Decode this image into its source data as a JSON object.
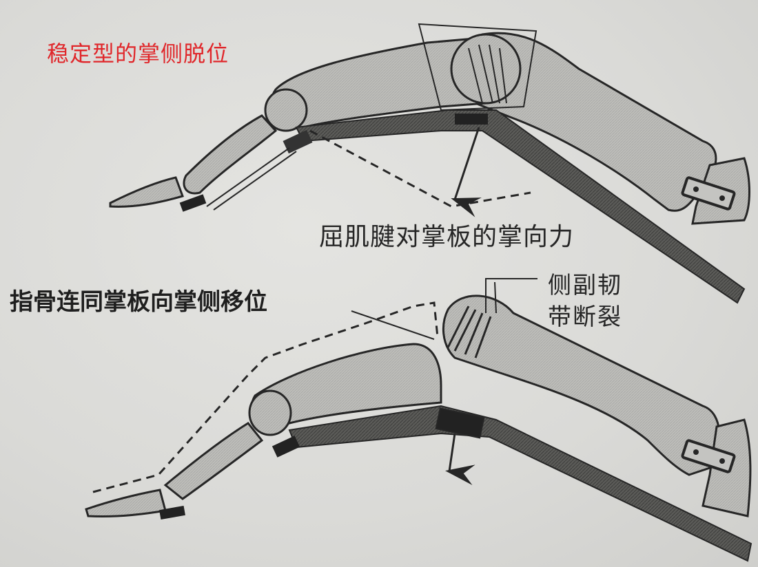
{
  "figure": {
    "title": "稳定型的掌侧脱位",
    "title_color": "#e0262a",
    "labels": {
      "flexor_force": "屈肌腱对掌板的掌向力",
      "phalanx_displacement": "指骨连同掌板向掌侧移位",
      "collateral_ligament_line1": "侧副韧",
      "collateral_ligament_line2": "带断裂"
    },
    "panels": [
      {
        "id": "top",
        "description": "stable volar dislocation with flexor tendon volar force on volar plate"
      },
      {
        "id": "bottom",
        "description": "phalanx with volar plate displaced volarly, collateral ligament ruptured"
      }
    ],
    "colors": {
      "bone_fill": "#b9b9b6",
      "outline": "#262626",
      "tendon": "#4a4a48",
      "paper": "#dcdcd9"
    }
  }
}
